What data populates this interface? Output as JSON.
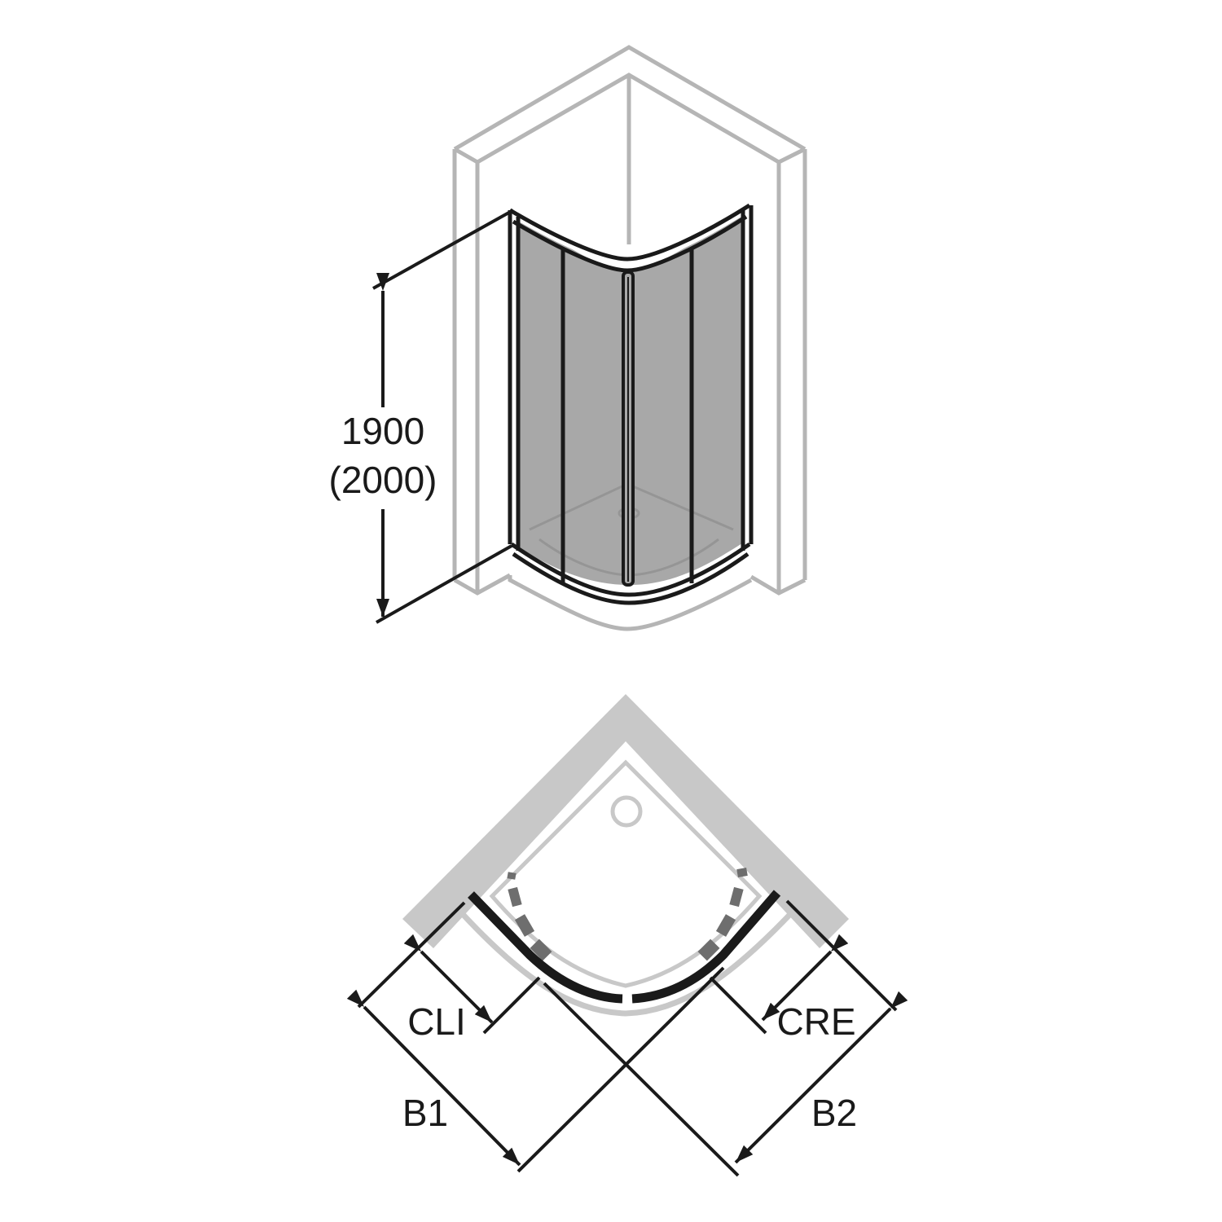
{
  "elevation_view": {
    "height_label": "1900",
    "height_alt_label": "(2000)"
  },
  "plan_view": {
    "labels": {
      "cli": "CLI",
      "cre": "CRE",
      "b1": "B1",
      "b2": "B2"
    }
  },
  "colors": {
    "line": "#1a1a1a",
    "wall": "#b5b5b5",
    "wall_fill": "#c8c8c8",
    "glass": "#a8a8a8",
    "door_open": "#6e6e6e",
    "background": "#ffffff"
  }
}
